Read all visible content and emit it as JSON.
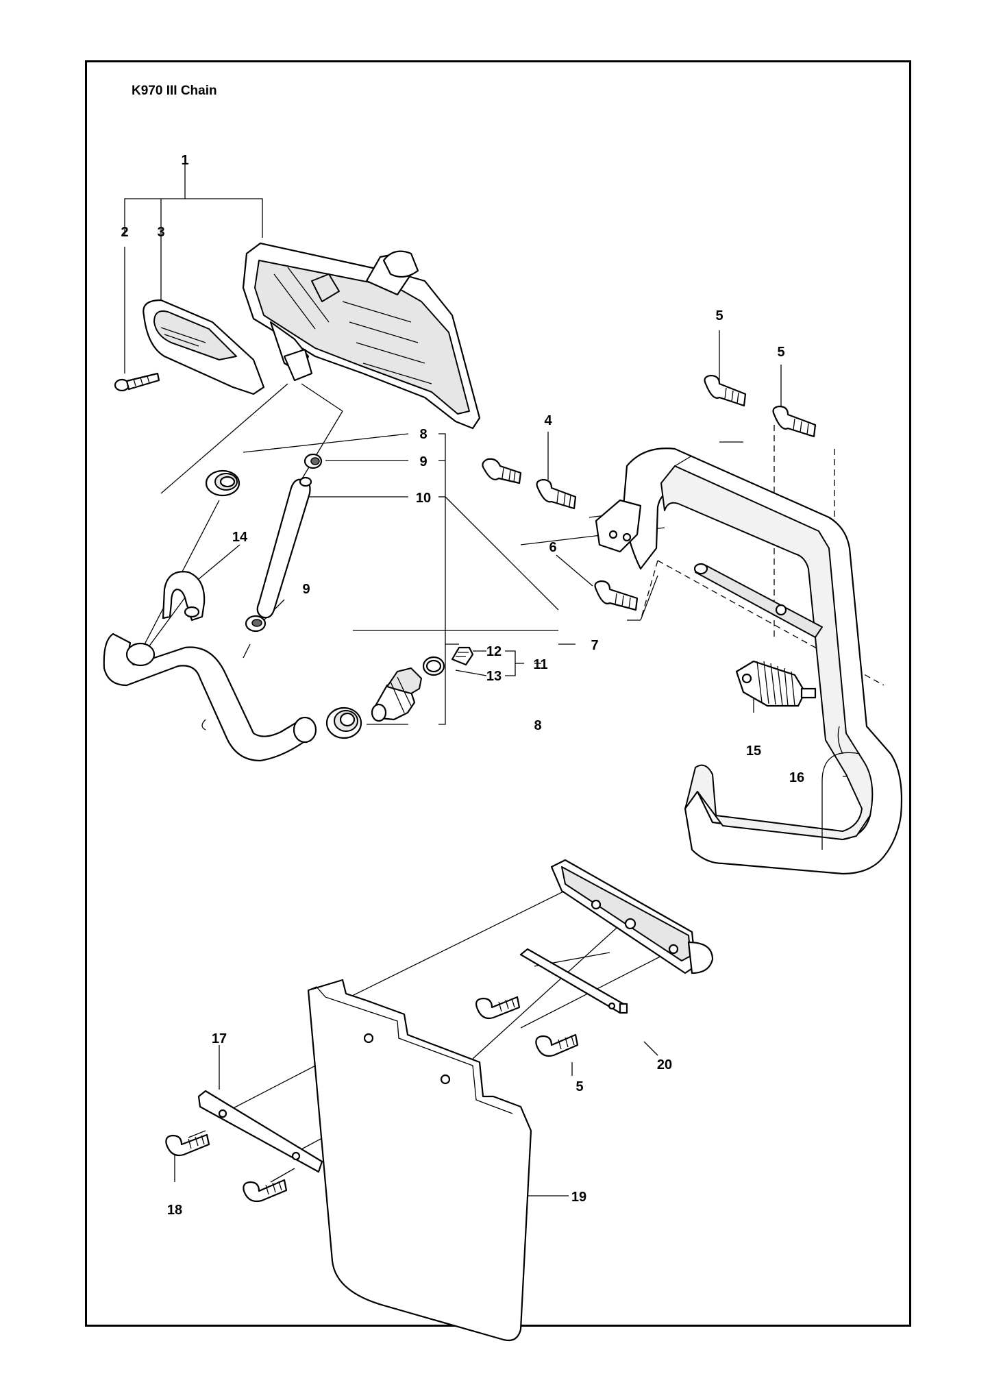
{
  "title": "K970 III Chain",
  "callouts": [
    {
      "id": "c1",
      "text": "1"
    },
    {
      "id": "c2",
      "text": "2"
    },
    {
      "id": "c3",
      "text": "3"
    },
    {
      "id": "c4",
      "text": "4"
    },
    {
      "id": "c5a",
      "text": "5"
    },
    {
      "id": "c5b",
      "text": "5"
    },
    {
      "id": "c5c",
      "text": "5"
    },
    {
      "id": "c6",
      "text": "6"
    },
    {
      "id": "c7",
      "text": "7"
    },
    {
      "id": "c8a",
      "text": "8"
    },
    {
      "id": "c8b",
      "text": "8"
    },
    {
      "id": "c9a",
      "text": "9"
    },
    {
      "id": "c9b",
      "text": "9"
    },
    {
      "id": "c10",
      "text": "10"
    },
    {
      "id": "c11",
      "text": "11"
    },
    {
      "id": "c12",
      "text": "12"
    },
    {
      "id": "c13",
      "text": "13"
    },
    {
      "id": "c14",
      "text": "14"
    },
    {
      "id": "c15",
      "text": "15"
    },
    {
      "id": "c16",
      "text": "16"
    },
    {
      "id": "c17",
      "text": "17"
    },
    {
      "id": "c18",
      "text": "18"
    },
    {
      "id": "c19",
      "text": "19"
    },
    {
      "id": "c20",
      "text": "20"
    }
  ]
}
